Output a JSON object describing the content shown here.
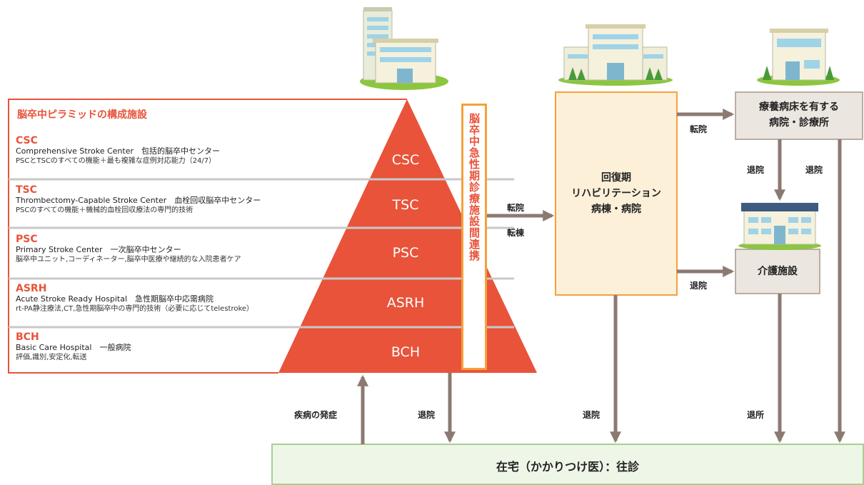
{
  "panel": {
    "title": "脳卒中ピラミッドの構成施設",
    "levels": [
      {
        "code": "CSC",
        "name": "Comprehensive Stroke Center　包括的脳卒中センター",
        "desc": "PSCとTSCのすべての機能＋最も複雑な症例対応能力（24/7）",
        "pyramid_label": "CSC"
      },
      {
        "code": "TSC",
        "name": "Thrombectomy-Capable Stroke Center　血栓回収脳卒中センター",
        "desc": "PSCのすべての機能＋機械的血栓回収療法の専門的技術",
        "pyramid_label": "TSC"
      },
      {
        "code": "PSC",
        "name": "Primary Stroke Center　一次脳卒中センター",
        "desc": "脳卒中ユニット,コーディネーター,脳卒中医療や継続的な入院患者ケア",
        "pyramid_label": "PSC"
      },
      {
        "code": "ASRH",
        "name": "Acute Stroke Ready Hospital　急性期脳卒中応需病院",
        "desc": "rt-PA静注療法,CT,急性期脳卒中の専門的技術（必要に応じてtelestroke）",
        "pyramid_label": "ASRH"
      },
      {
        "code": "BCH",
        "name": "Basic Care Hospital　一般病院",
        "desc": "評価,識別,安定化,転送",
        "pyramid_label": "BCH"
      }
    ]
  },
  "acute_link_label": "脳卒中急性期診療施設間連携",
  "rehab_box": {
    "line1": "回復期",
    "line2": "リハビリテーション",
    "line3": "病棟・病院"
  },
  "longterm_box": {
    "line1": "療養病床を有する",
    "line2": "病院・診療所"
  },
  "care_box": {
    "label": "介護施設"
  },
  "home_box": {
    "label": "在宅（かかりつけ医）：往診"
  },
  "arrows": {
    "transfer_hospital": "転院",
    "transfer_ward": "転棟",
    "rehab_to_longterm": "転院",
    "rehab_to_care": "退院",
    "longterm_to_care": "退院",
    "longterm_to_home": "退院",
    "onset": "疾病の発症",
    "pyramid_discharge": "退院",
    "rehab_discharge": "退院",
    "care_discharge": "退所"
  },
  "colors": {
    "pyramid": "#e8533a",
    "accent_orange": "#f5a13a",
    "rehab_fill": "#fdf0d9",
    "gray_box": "#ece6e0",
    "arrow": "#8c7a72",
    "home_fill": "#eef6e8",
    "home_border": "#a8d08d"
  },
  "icons": [
    "acute-hospital-building-icon",
    "rehab-hospital-building-icon",
    "clinic-building-icon",
    "care-facility-building-icon"
  ]
}
